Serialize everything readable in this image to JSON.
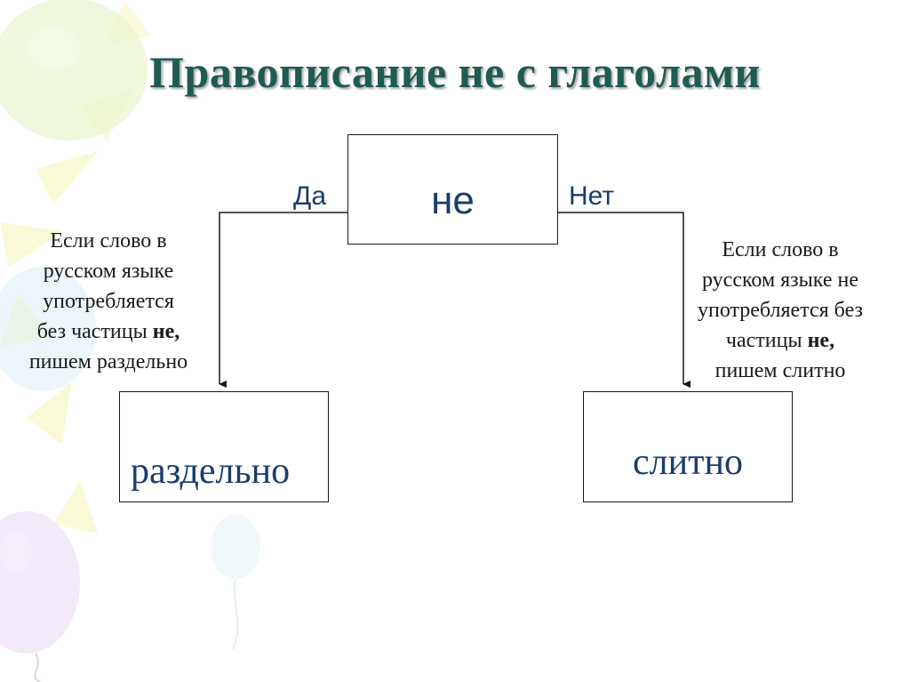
{
  "title": "Правописание не с глаголами",
  "diagram": {
    "root": {
      "label": "не"
    },
    "branches": {
      "yes": {
        "label": "Да",
        "rule_line1": "Если слово в",
        "rule_line2": "русском языке",
        "rule_line3": "употребляется",
        "rule_line4_prefix": "без частицы ",
        "rule_line4_bold": "не,",
        "rule_line5": "пишем раздельно",
        "result": "раздельно"
      },
      "no": {
        "label": "Нет",
        "rule_line1": "Если слово в",
        "rule_line2": "русском языке не",
        "rule_line3": "употребляется без",
        "rule_line4_prefix": "частицы ",
        "rule_line4_bold": "не,",
        "rule_line5": "пишем слитно",
        "result": "слитно"
      }
    }
  },
  "colors": {
    "title": "#1f5b52",
    "box_text": "#1b3d6e",
    "lines": "#1a1a1a"
  }
}
